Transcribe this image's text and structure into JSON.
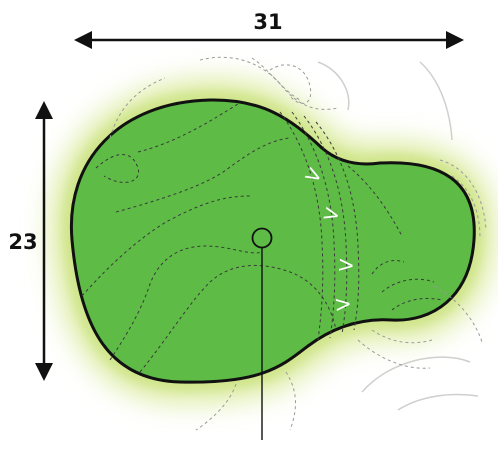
{
  "green_diagram": {
    "width_value": "31",
    "depth_value": "23",
    "slope_marker_glyph": "V",
    "colors": {
      "green_fill": "#5dbb46",
      "fringe_outer": "#e4f0b4",
      "fringe_inner": "#cfe58a",
      "outline": "#111111",
      "contour": "#3a3a3a",
      "slope_marker": "#ffffff"
    },
    "icons": [
      "dimension-arrow-horizontal",
      "dimension-arrow-vertical",
      "hole-pin-marker"
    ]
  }
}
